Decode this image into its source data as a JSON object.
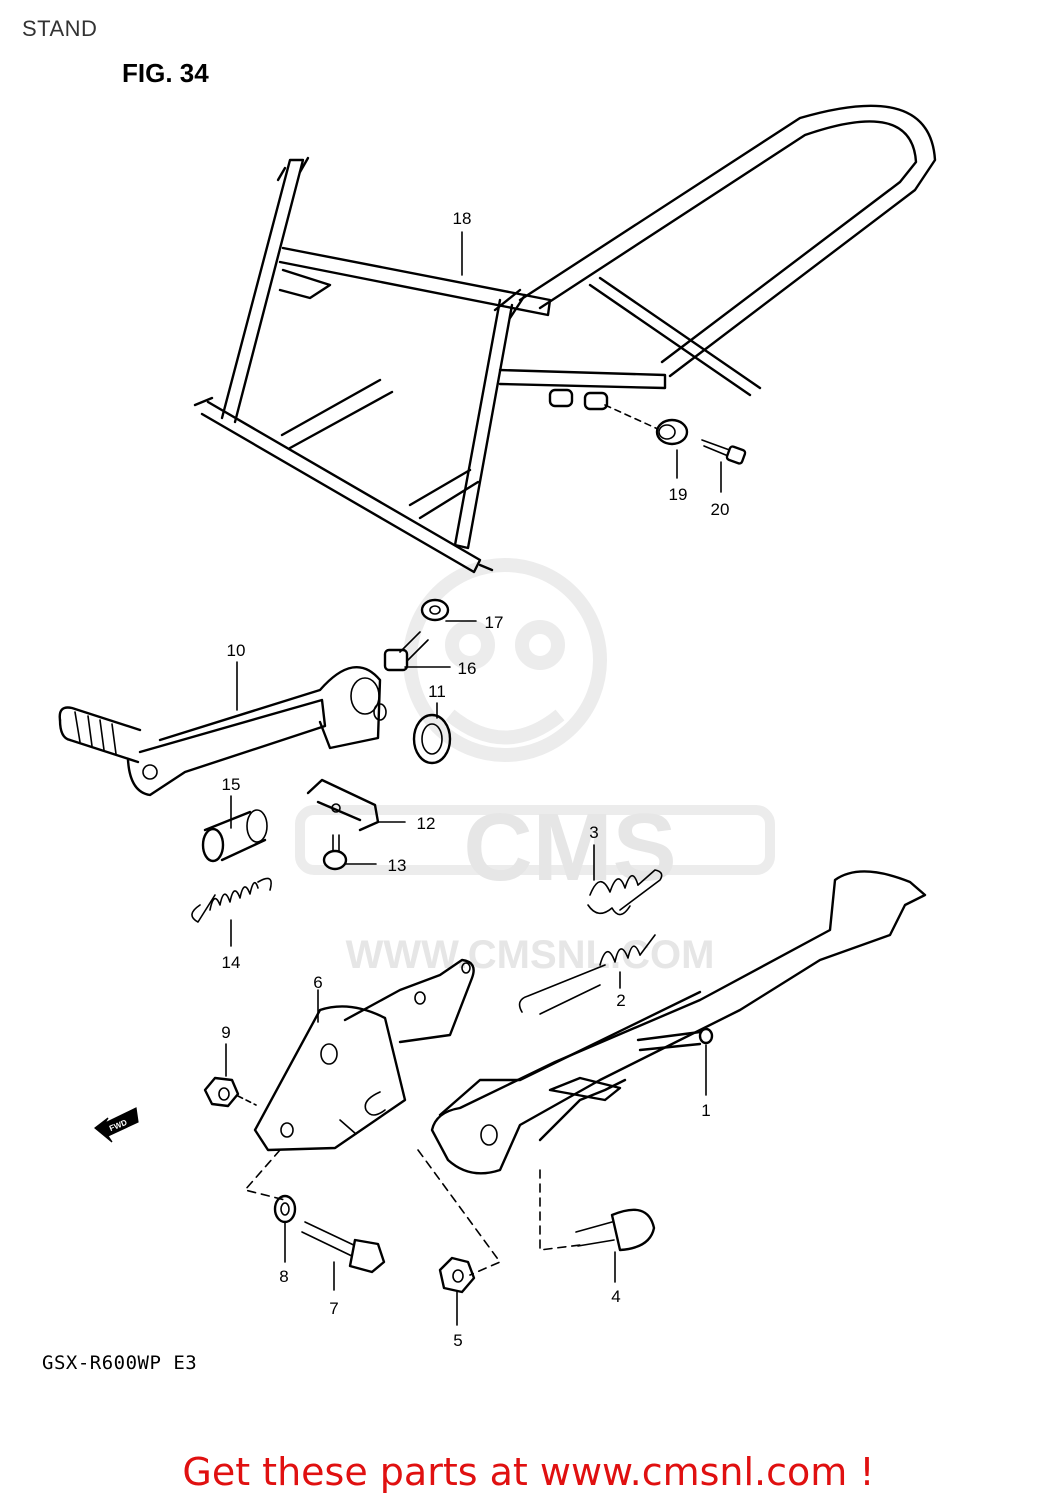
{
  "header": {
    "section_title": "STAND",
    "figure_label": "FIG. 34"
  },
  "model_code": "GSX-R600WP E3",
  "direction_marker": "FWD",
  "watermark": {
    "logo_text": "CMS",
    "site_text": "WWW.CMSNL.COM"
  },
  "footer": {
    "cta_text": "Get these parts at www.cmsnl.com !"
  },
  "callouts": {
    "p1": "1",
    "p2": "2",
    "p3": "3",
    "p4": "4",
    "p5": "5",
    "p6": "6",
    "p7": "7",
    "p8": "8",
    "p9": "9",
    "p10": "10",
    "p11": "11",
    "p12": "12",
    "p13": "13",
    "p14": "14",
    "p15": "15",
    "p16": "16",
    "p17": "17",
    "p18": "18",
    "p19": "19",
    "p20": "20"
  },
  "colors": {
    "cta": "#e01010",
    "line": "#000000",
    "watermark": "#e6e6e6",
    "title": "#333333"
  }
}
